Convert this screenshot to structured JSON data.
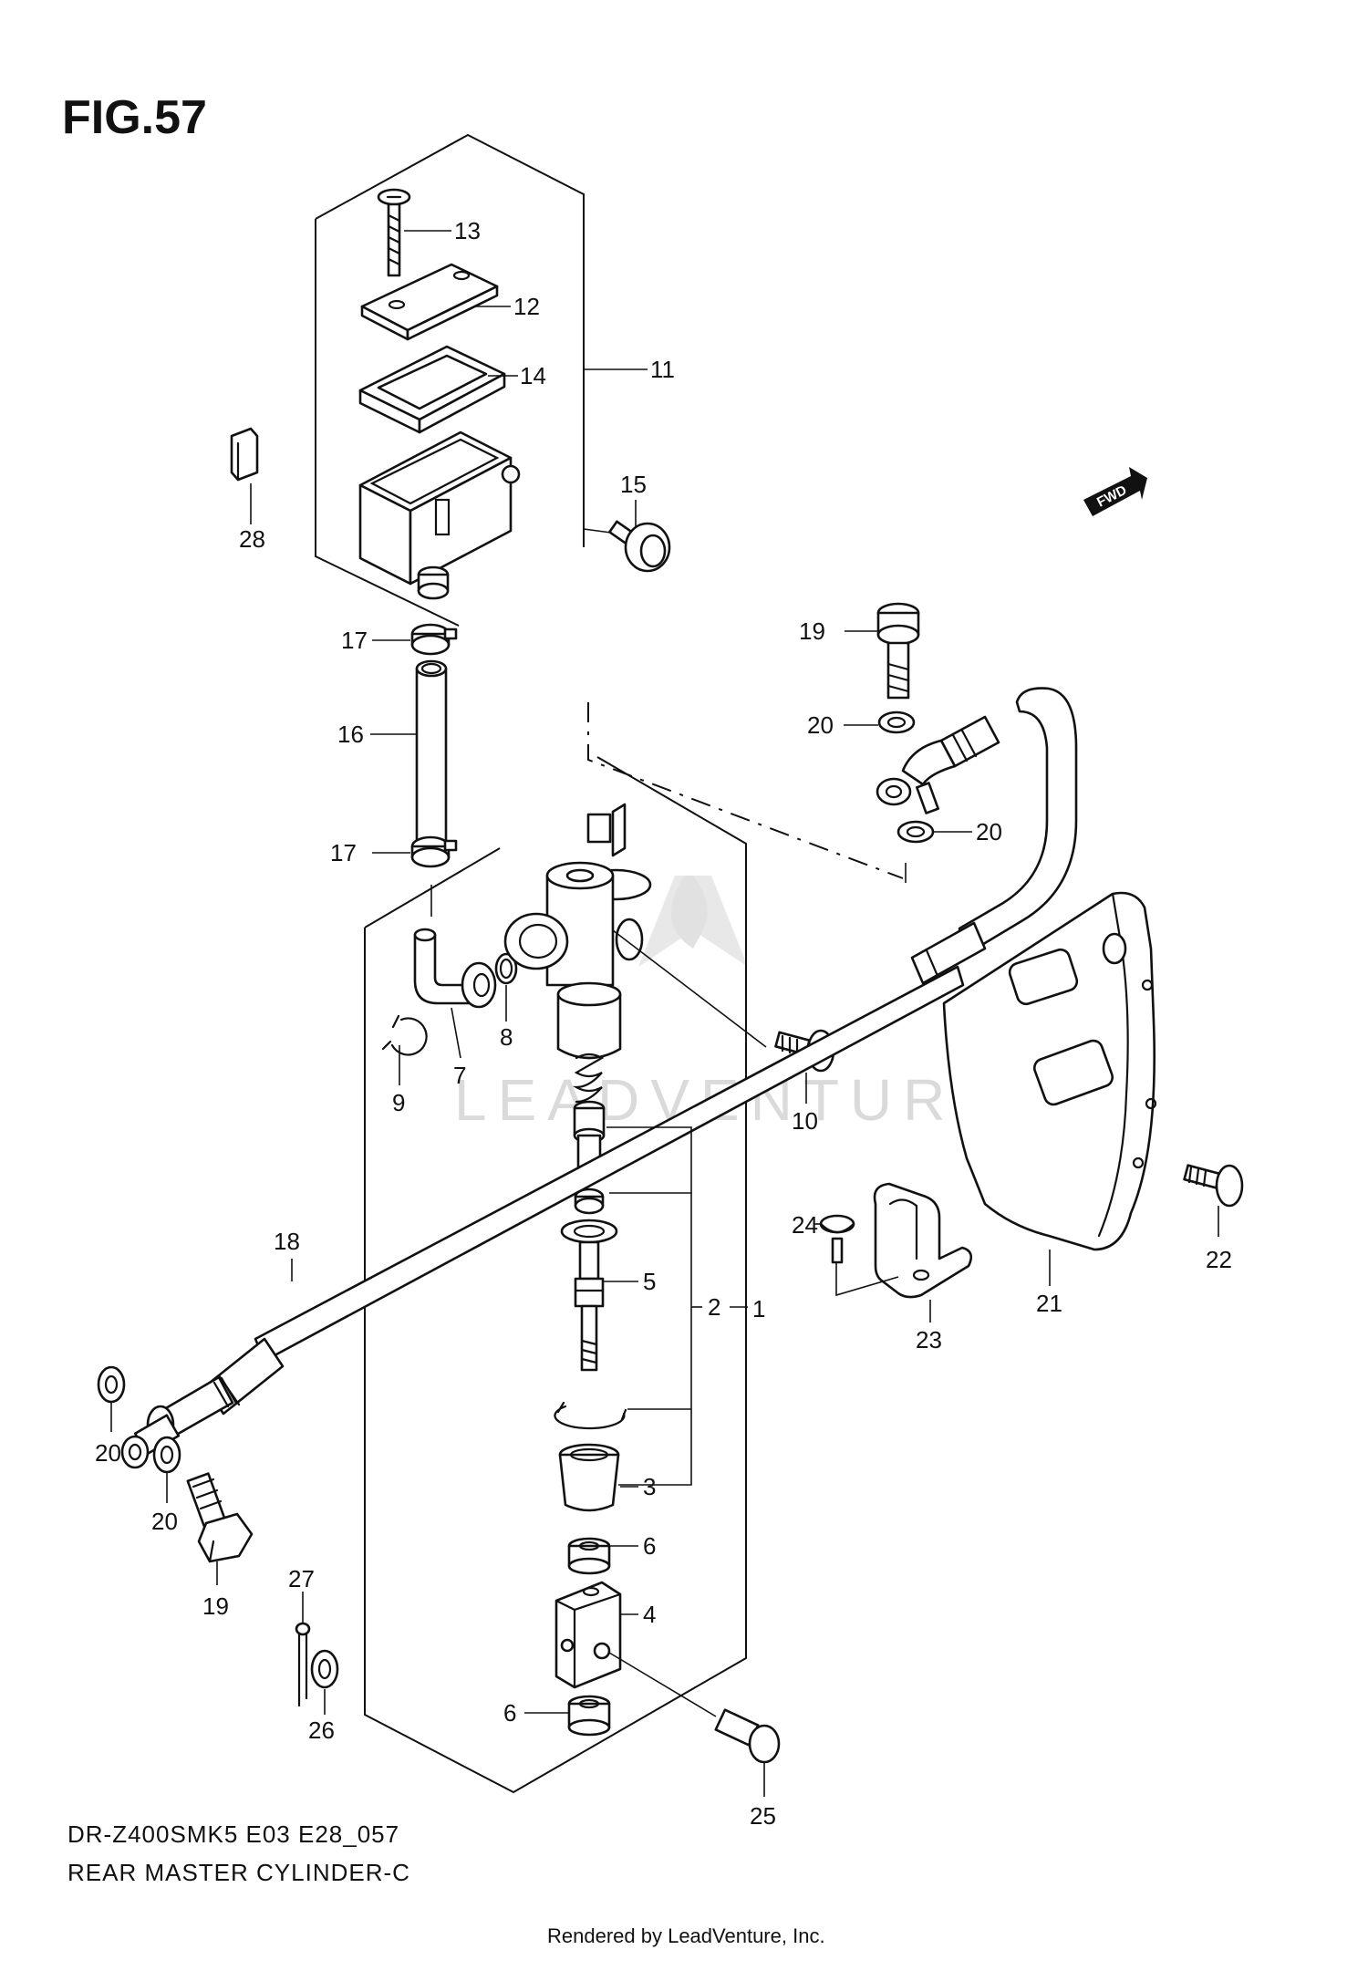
{
  "figure": {
    "title": "FIG.57",
    "model_code": "DR-Z400SMK5 E03 E28_057",
    "diagram_name": "REAR MASTER CYLINDER-C",
    "credit": "Rendered by LeadVenture, Inc.",
    "watermark": "LEADVENTURE",
    "direction_badge": "FWD"
  },
  "callouts": {
    "c1": "1",
    "c2": "2",
    "c3": "3",
    "c4": "4",
    "c5": "5",
    "c6a": "6",
    "c6b": "6",
    "c7": "7",
    "c8": "8",
    "c9": "9",
    "c10": "10",
    "c11": "11",
    "c12": "12",
    "c13": "13",
    "c14": "14",
    "c15": "15",
    "c16": "16",
    "c17a": "17",
    "c17b": "17",
    "c18": "18",
    "c19a": "19",
    "c19b": "19",
    "c20a": "20",
    "c20b": "20",
    "c20c": "20",
    "c20d": "20",
    "c21": "21",
    "c22": "22",
    "c23": "23",
    "c24": "24",
    "c25": "25",
    "c26": "26",
    "c27": "27",
    "c28": "28"
  }
}
